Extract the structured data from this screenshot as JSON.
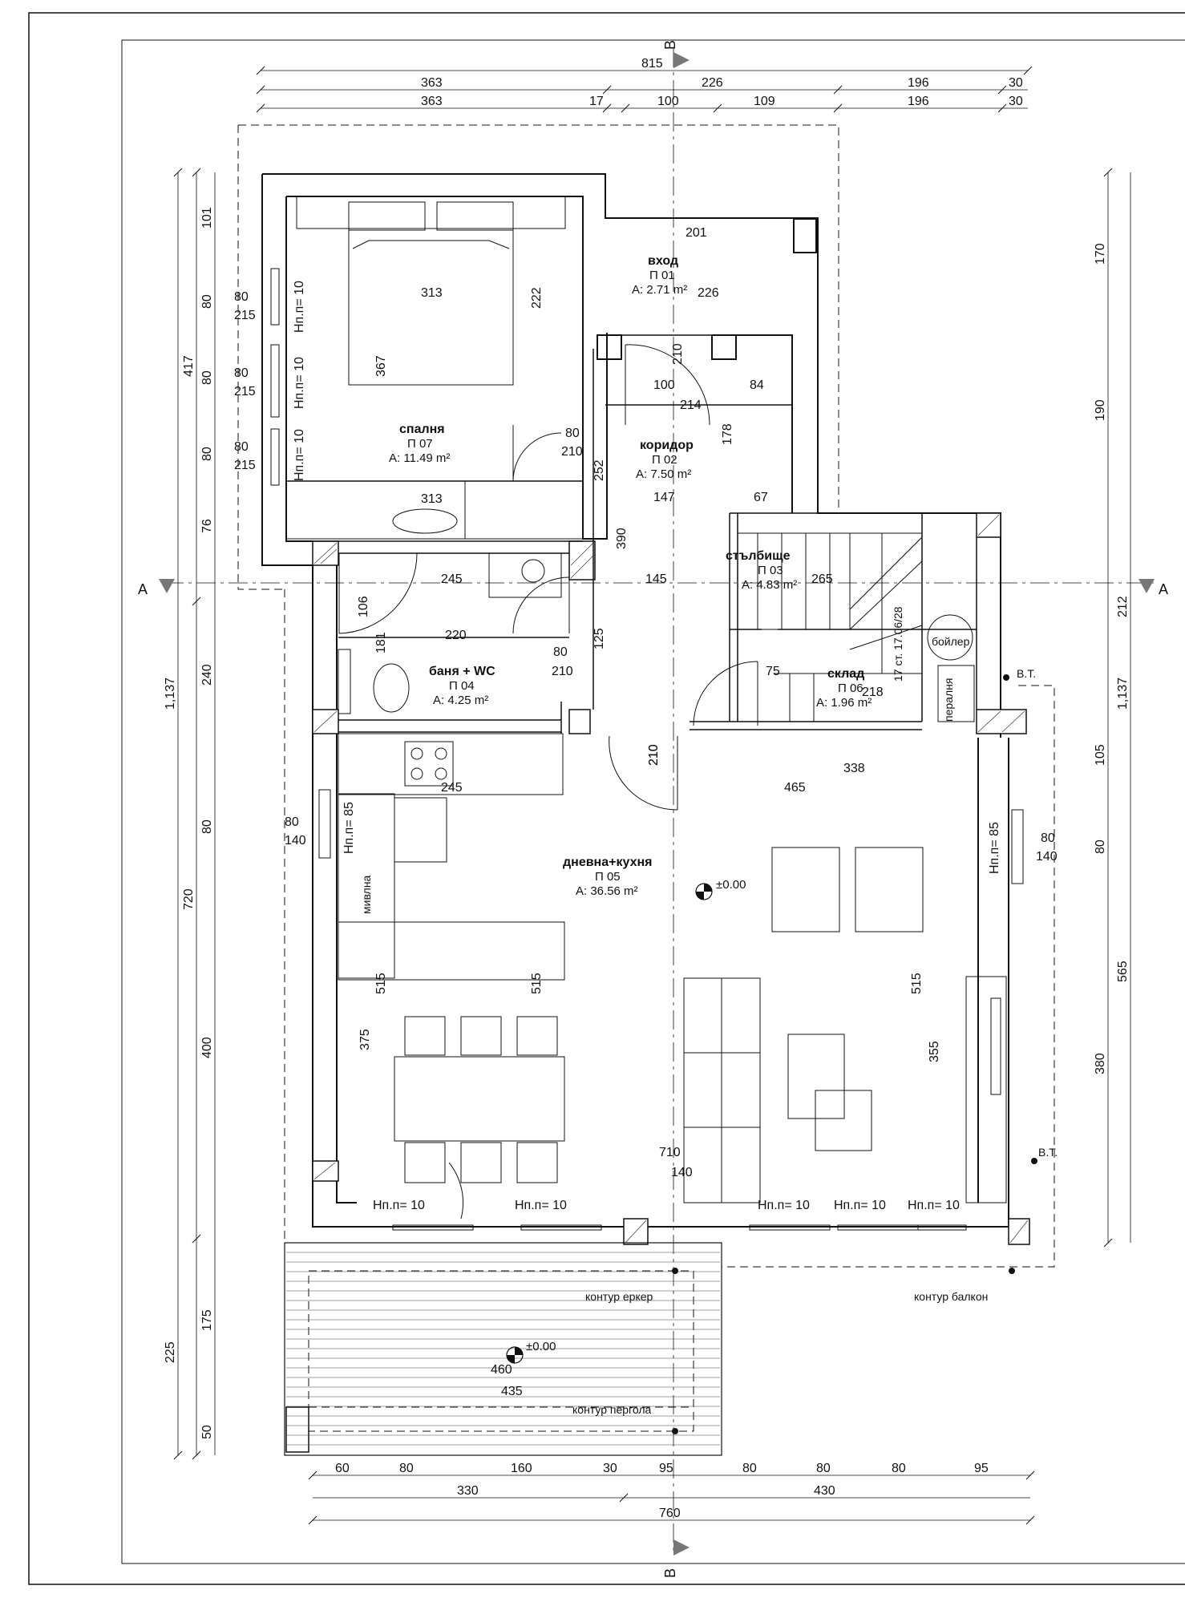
{
  "sections": {
    "a": "A",
    "b": "B"
  },
  "rooms": [
    {
      "id": "entry",
      "name": "вход",
      "code": "П 01",
      "area": "А: 2.71 m²"
    },
    {
      "id": "corridor",
      "name": "коридор",
      "code": "П 02",
      "area": "А: 7.50 m²"
    },
    {
      "id": "stairs",
      "name": "стълбище",
      "code": "П 03",
      "area": "А: 4.83 m²"
    },
    {
      "id": "bath",
      "name": "баня + WC",
      "code": "П 04",
      "area": "А: 4.25 m²"
    },
    {
      "id": "living",
      "name": "дневна+кухня",
      "code": "П 05",
      "area": "А: 36.56 m²"
    },
    {
      "id": "storage",
      "name": "склад",
      "code": "П 06",
      "area": "А: 1.96 m²"
    },
    {
      "id": "bedroom",
      "name": "спалня",
      "code": "П 07",
      "area": "А: 11.49 m²"
    }
  ],
  "dims": {
    "top_total": "815",
    "top_row1": [
      "363",
      "226",
      "196",
      "30"
    ],
    "top_row2": [
      "363",
      "17",
      "100",
      "109",
      "196",
      "30"
    ],
    "bottom_row1": [
      "60",
      "80",
      "160",
      "30",
      "95",
      "80",
      "80",
      "80",
      "95"
    ],
    "bottom_row2": [
      "330",
      "430"
    ],
    "bottom_total": "760",
    "left_outer": "1,137",
    "left_mid": [
      "417",
      "720",
      "225"
    ],
    "left_inner": [
      "101",
      "80",
      "80",
      "80",
      "76",
      "240",
      "80",
      "400",
      "175",
      "50"
    ],
    "right_outer": "1,137",
    "right_mid": [
      "170",
      "190",
      "212",
      "105",
      "80",
      "565",
      "380"
    ],
    "interior": [
      "313",
      "313",
      "201",
      "226",
      "222",
      "367",
      "390",
      "252",
      "245",
      "220",
      "145",
      "265",
      "214",
      "147",
      "67",
      "100",
      "84",
      "338",
      "465",
      "245",
      "710",
      "140",
      "515",
      "515",
      "515",
      "375",
      "355",
      "435",
      "460",
      "218",
      "178",
      "106",
      "181",
      "125",
      "75",
      "210"
    ]
  },
  "window_labels": [
    "Нп.п= 10",
    "Нп.п= 85"
  ],
  "openings": [
    "80",
    "215",
    "140",
    "210"
  ],
  "level_mark": "±0.00",
  "notes": {
    "erker": "контур еркер",
    "balcony": "контур балкон",
    "pergola": "контур пергола",
    "boiler": "бойлер",
    "washer": "пералня",
    "sink": "мивлна",
    "vt": "В.Т.",
    "stair_steps": "17 ст. 17.06/28"
  },
  "colors": {
    "line": "#111111",
    "hatch": "#444444"
  }
}
